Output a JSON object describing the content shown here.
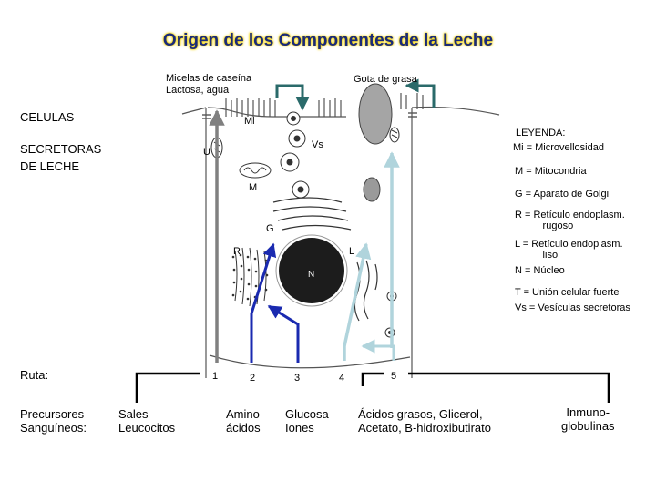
{
  "title": "Origen de los Componentes de la Leche",
  "labels": {
    "micelas": "Micelas de caseína\nLactosa, agua",
    "gota": "Gota de grasa",
    "celulas": "CELULAS",
    "secretoras": "SECRETORAS\nDE LECHE",
    "mi": "Mi",
    "vs": "Vs",
    "u": "U",
    "m": "M",
    "g": "G",
    "r": "R",
    "l": "L",
    "n": "N"
  },
  "legend": {
    "heading": "LEYENDA:",
    "items": [
      "Mi = Microvellosidad",
      "M = Mitocondria",
      "G = Aparato de Golgi",
      "R = Retículo endoplasm.\n          rugoso",
      "L = Retículo endoplasm.\n          liso",
      "N = Núcleo",
      "T = Unión celular fuerte",
      "Vs = Vesículas secretoras"
    ]
  },
  "route": {
    "label": "Ruta:",
    "numbers": [
      "1",
      "2",
      "3",
      "4",
      "5"
    ]
  },
  "precursors": {
    "label": "Precursores\nSanguíneos:",
    "items": [
      "Sales\nLeucocitos",
      "Amino\nácidos",
      "Glucosa\nIones",
      "Ácidos grasos, Glicerol,\nAcetato, B-hidroxibutirato",
      "Inmuno-\nglobulinas"
    ]
  },
  "colors": {
    "title_text": "#1a2a7a",
    "title_glow": "#f2d200",
    "route_teal": "#2a6a6a",
    "route_blue": "#1a2ab0",
    "route_lightblue": "#b0d4dc",
    "route_gray": "#808080"
  }
}
